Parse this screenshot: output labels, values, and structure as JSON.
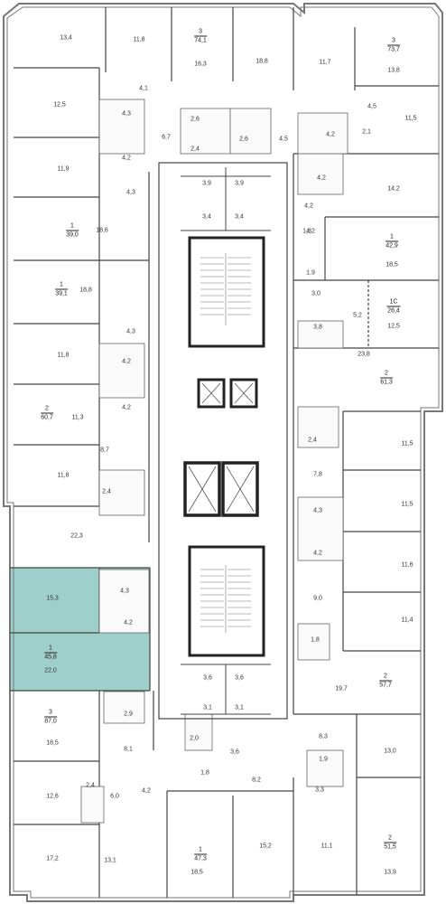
{
  "plan": {
    "highlight_color": "#9fcfcb",
    "wall_color": "#222222",
    "apartments": [
      {
        "rooms": "3",
        "area": "74,1"
      },
      {
        "rooms": "3",
        "area": "73,7"
      },
      {
        "rooms": "1",
        "area": "39,0"
      },
      {
        "rooms": "1",
        "area": "42,9"
      },
      {
        "rooms": "1",
        "area": "39,1"
      },
      {
        "rooms": "1С",
        "area": "26,4"
      },
      {
        "rooms": "2",
        "area": "60,7"
      },
      {
        "rooms": "2",
        "area": "61,3"
      },
      {
        "rooms": "1",
        "area": "45,8"
      },
      {
        "rooms": "2",
        "area": "57,7"
      },
      {
        "rooms": "3",
        "area": "87,0"
      },
      {
        "rooms": "1",
        "area": "47,3"
      },
      {
        "rooms": "2",
        "area": "51,5"
      }
    ],
    "room_areas": [
      "13,4",
      "11,8",
      "16,3",
      "18,8",
      "11,7",
      "13,8",
      "4,1",
      "12,5",
      "4,3",
      "4,2",
      "2,6",
      "6,7",
      "2,4",
      "2,6",
      "4,5",
      "4,5",
      "4,2",
      "2,1",
      "11,5",
      "11,9",
      "4,3",
      "4,2",
      "3,9",
      "3,9",
      "4,2",
      "14,2",
      "3,4",
      "3,4",
      "18,6",
      "4,2",
      "1,8",
      "18,5",
      "1,9",
      "18,8",
      "3,0",
      "3,8",
      "5,2",
      "12,5",
      "4,3",
      "11,8",
      "4,2",
      "23,8",
      "4,2",
      "11,3",
      "2,4",
      "11,5",
      "8,7",
      "7,8",
      "11,8",
      "2,4",
      "11,5",
      "4,3",
      "22,3",
      "4,2",
      "11,6",
      "15,3",
      "4,3",
      "9,0",
      "4,2",
      "11,4",
      "1,8",
      "22,0",
      "3,6",
      "3,6",
      "19,7",
      "3,1",
      "3,1",
      "2,9",
      "18,5",
      "8,3",
      "8,1",
      "2,0",
      "13,0",
      "3,6",
      "1,9",
      "1,8",
      "8,2",
      "12,6",
      "2,4",
      "6,0",
      "4,2",
      "3,3",
      "17,2",
      "13,1",
      "18,5",
      "15,2",
      "11,1",
      "13,9"
    ]
  }
}
